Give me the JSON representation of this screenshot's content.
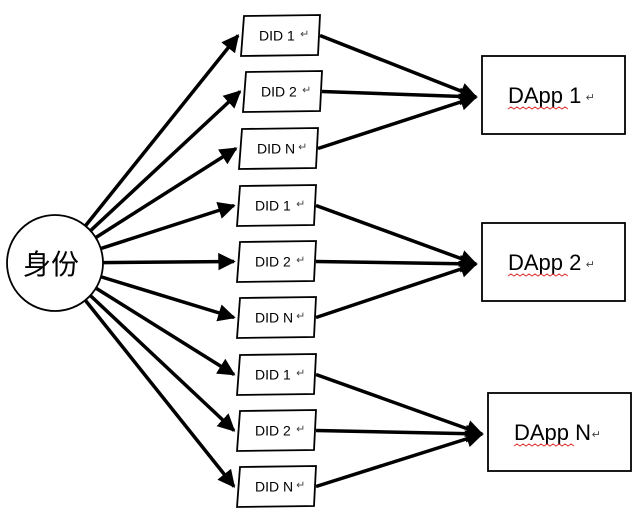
{
  "identity": {
    "label": "身份"
  },
  "return_mark": "↵",
  "groups": [
    {
      "dapp": "DApp 1",
      "dids": [
        "DID 1",
        "DID 2",
        "DID N"
      ]
    },
    {
      "dapp": "DApp 2",
      "dids": [
        "DID 1",
        "DID 2",
        "DID N"
      ]
    },
    {
      "dapp": "DApp N",
      "dids": [
        "DID 1",
        "DID 2",
        "DID N"
      ]
    }
  ],
  "colors": {
    "stroke": "#000000",
    "spellcheck_underline": "#e03030",
    "background": "#ffffff"
  }
}
